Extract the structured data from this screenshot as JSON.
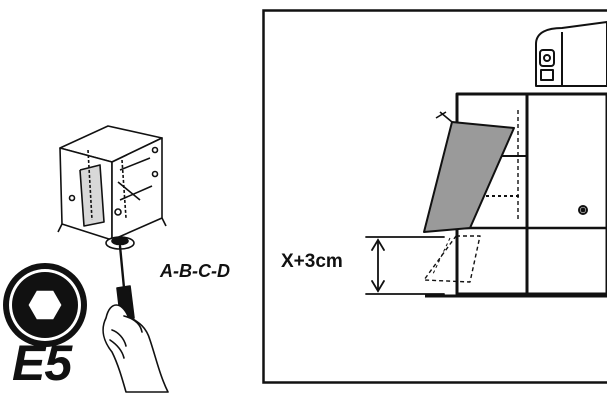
{
  "step": {
    "code": "E5"
  },
  "sequence": {
    "label": "A-B-C-D"
  },
  "dimension": {
    "label": "X+3cm"
  },
  "icons": {
    "tool": "hex-socket-icon",
    "action": "hand-screwdriver-icon"
  },
  "colors": {
    "line": "#111111",
    "panel": "#9a9a9a",
    "background": "#ffffff"
  }
}
